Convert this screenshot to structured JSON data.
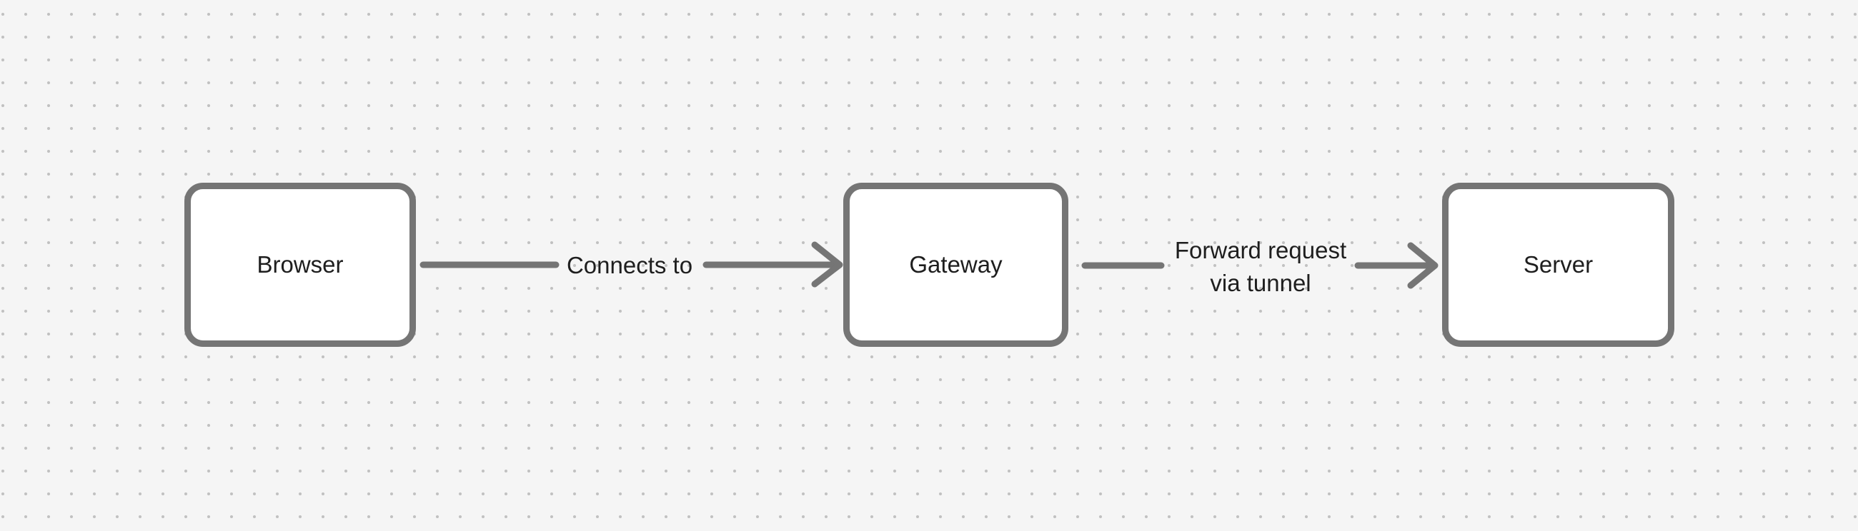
{
  "canvas": {
    "background_color": "#f5f5f5",
    "dot_color": "#c1c1c1",
    "stroke_color": "#757575",
    "node_fill": "#ffffff",
    "text_color": "#1e1e1e"
  },
  "diagram": {
    "nodes": [
      {
        "id": "browser",
        "label": "Browser"
      },
      {
        "id": "gateway",
        "label": "Gateway"
      },
      {
        "id": "server",
        "label": "Server"
      }
    ],
    "connectors": [
      {
        "from": "Browser",
        "to": "Gateway",
        "label": "Connects to"
      },
      {
        "from": "Gateway",
        "to": "Server",
        "label": "Forward request via tunnel",
        "label_line1": "Forward request",
        "label_line2": "via tunnel"
      }
    ]
  }
}
